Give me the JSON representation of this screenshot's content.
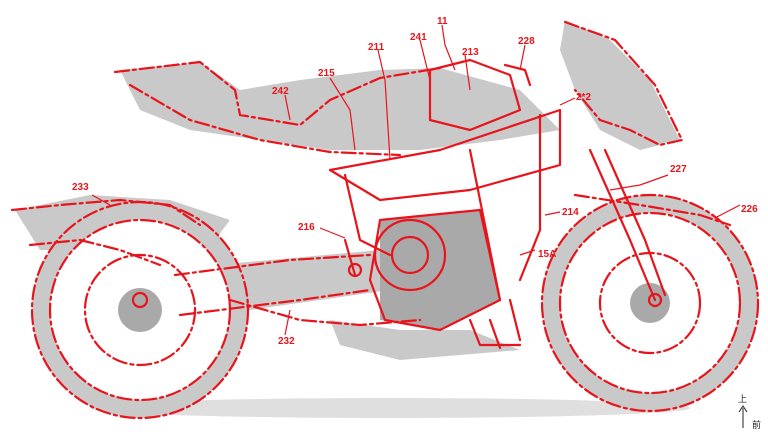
{
  "labels": {
    "n11": "11",
    "n211": "211",
    "n241": "241",
    "n213": "213",
    "n228": "228",
    "n215": "215",
    "n242": "242",
    "n212": "2*2",
    "n227": "227",
    "n226": "226",
    "n233": "233",
    "n214": "214",
    "n216": "216",
    "n15a": "15A",
    "n232": "232",
    "axis_up": "上",
    "axis_front": "前"
  },
  "colors": {
    "annotation": "#e8141b",
    "ghost": "#c9c9c9"
  }
}
